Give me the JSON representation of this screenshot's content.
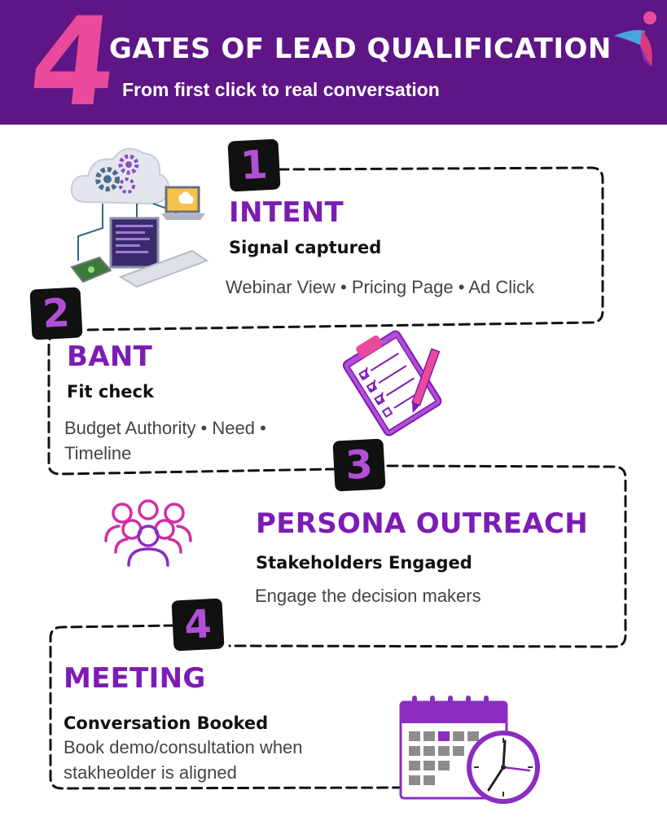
{
  "header": {
    "big_number": "4",
    "title": "GATES OF LEAD QUALIFICATION",
    "subtitle": "From first click to real conversation"
  },
  "gates": [
    {
      "number": "1",
      "title": "INTENT",
      "subtitle": "Signal captured",
      "description": "Webinar View • Pricing Page • Ad Click",
      "icon": "computer-network-icon"
    },
    {
      "number": "2",
      "title": "BANT",
      "subtitle": "Fit check",
      "description": "Budget Authority • Need • Timeline",
      "icon": "clipboard-checklist-icon"
    },
    {
      "number": "3",
      "title": "PERSONA OUTREACH",
      "subtitle": "Stakeholders Engaged",
      "description": "Engage the decision makers",
      "icon": "people-group-icon"
    },
    {
      "number": "4",
      "title": "MEETING",
      "subtitle": "Conversation Booked",
      "description": "Book demo/consultation when stakheolder is aligned",
      "icon": "calendar-clock-icon"
    }
  ],
  "colors": {
    "header_bg": "#5e1586",
    "accent_pink": "#ea4a9c",
    "accent_purple": "#7d1bb4",
    "badge_bg": "#111111"
  }
}
